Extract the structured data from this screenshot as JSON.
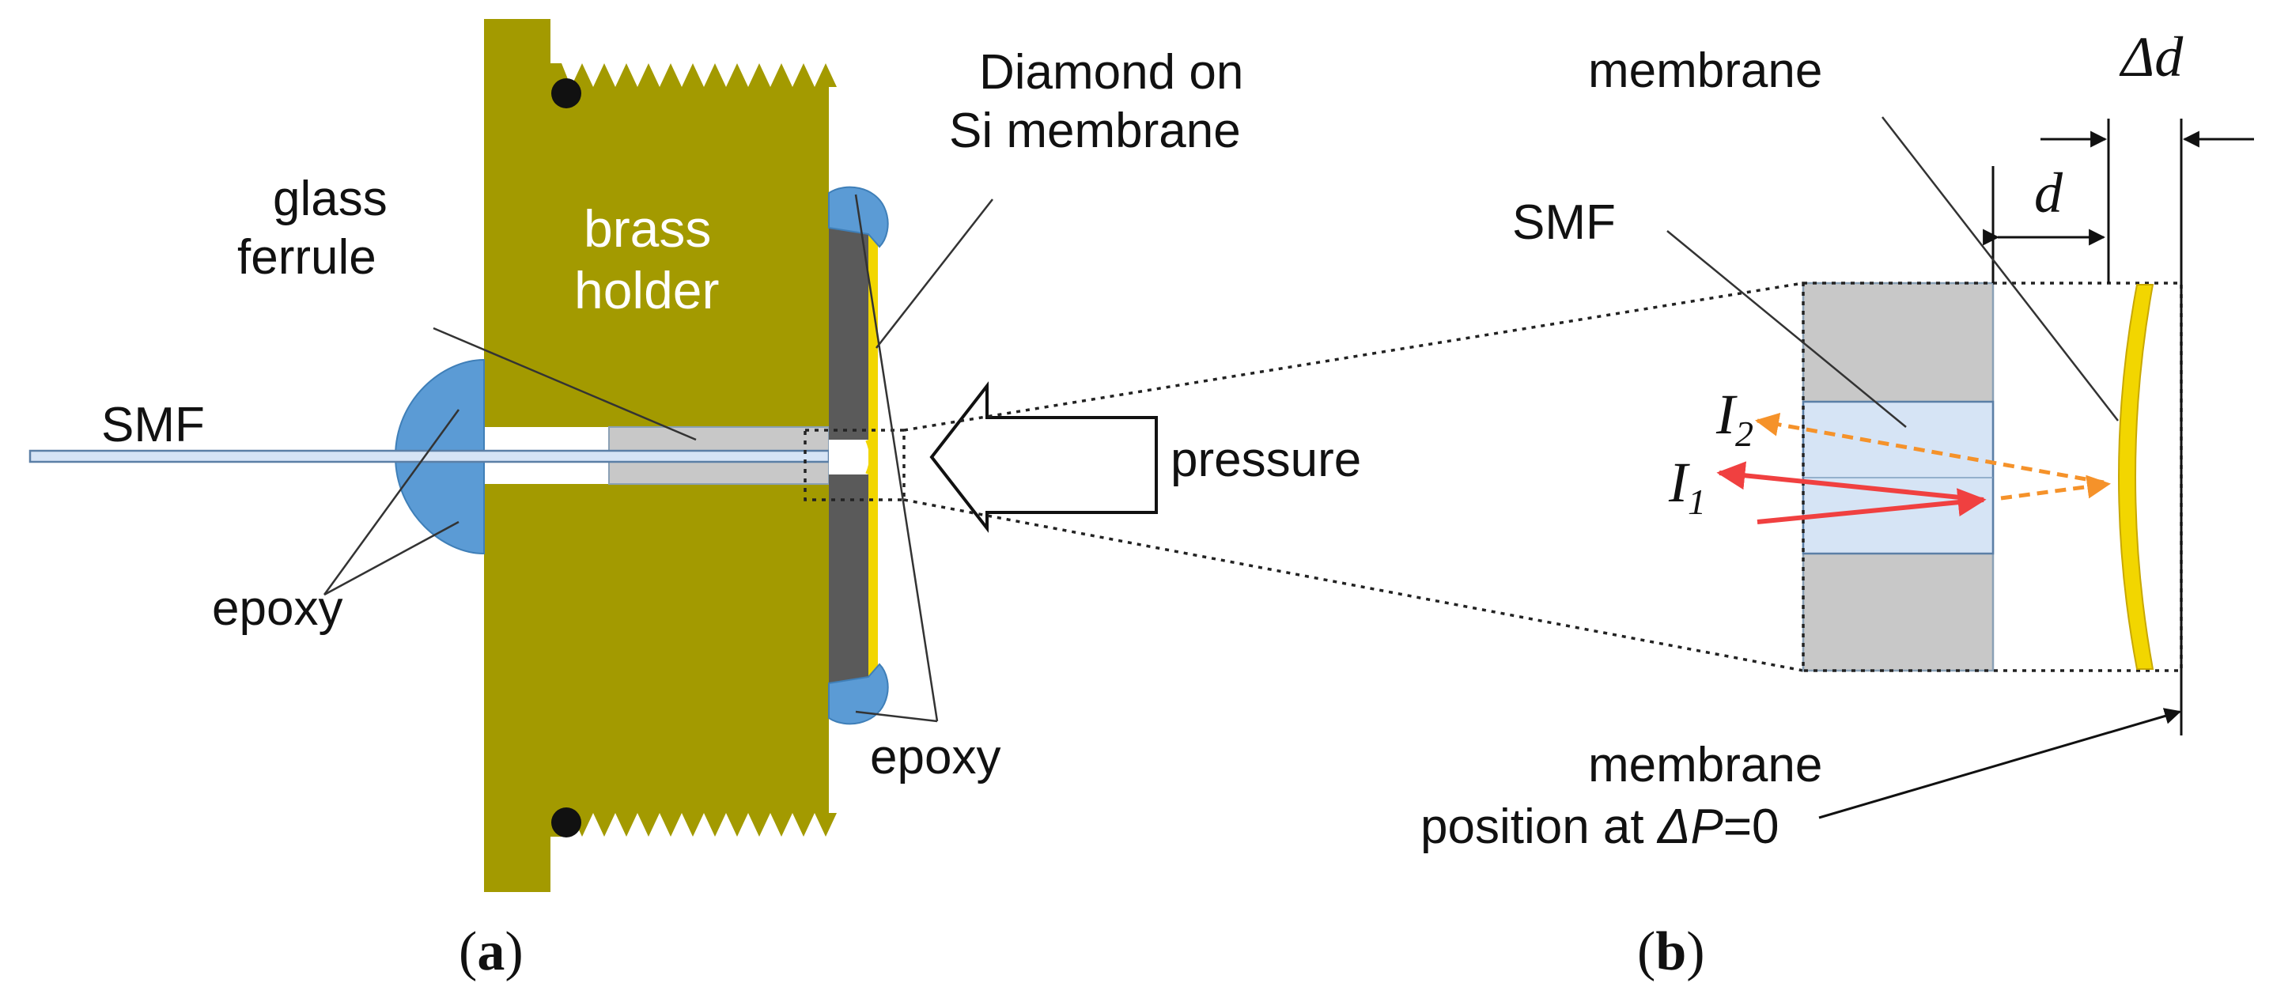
{
  "panel_a": {
    "caption_letter": "a",
    "labels": {
      "smf": "SMF",
      "glass_ferrule_line1": "glass",
      "glass_ferrule_line2": "ferrule",
      "brass_holder_line1": "brass",
      "brass_holder_line2": "holder",
      "diamond_line1": "Diamond on",
      "diamond_line2": "Si membrane",
      "pressure": "pressure",
      "epoxy_left": "epoxy",
      "epoxy_right": "epoxy"
    }
  },
  "panel_b": {
    "caption_letter": "b",
    "labels": {
      "membrane": "membrane",
      "smf": "SMF",
      "d": "d",
      "delta_d": "Δd",
      "i1_symbol": "I",
      "i1_sub": "1",
      "i2_symbol": "I",
      "i2_sub": "2",
      "membrane_position_line1": "membrane",
      "membrane_position_line2_prefix": "position at ",
      "membrane_position_line2_var": "ΔP",
      "membrane_position_line2_suffix": "=0"
    }
  },
  "colors": {
    "brass": "#a39a00",
    "epoxy": "#5b9bd5",
    "ferrule": "#c8c8c8",
    "fiber": "#d6e4f5",
    "membrane_dark": "#5a5a5a",
    "diamond_yellow": "#f2d600",
    "ray_red": "#f04040",
    "ray_orange": "#f5922a"
  }
}
